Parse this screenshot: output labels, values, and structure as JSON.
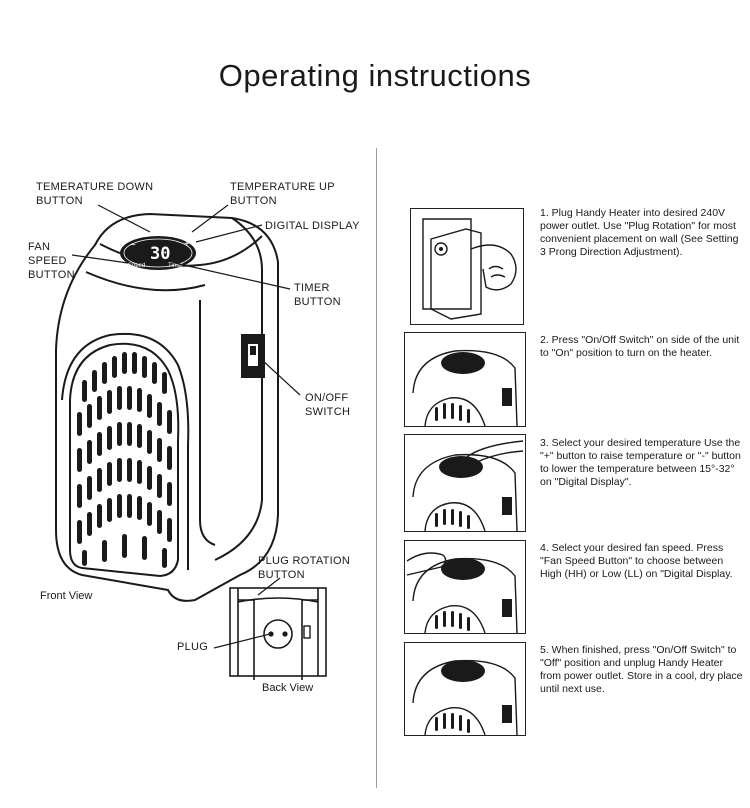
{
  "title": "Operating instructions",
  "callouts": {
    "temp_down": "TEMERATURE DOWN BUTTON",
    "temp_up": "TEMPERATURE UP BUTTON",
    "digital_display": "DIGITAL DISPLAY",
    "fan_speed": "FAN SPEED BUTTON",
    "timer": "TIMER BUTTON",
    "onoff": "ON/OFF SWITCH",
    "plug_rotation": "PLUG ROTATION BUTTON",
    "plug": "PLUG"
  },
  "captions": {
    "front": "Front View",
    "back": "Back View"
  },
  "display": {
    "digits": "30",
    "speed": "Speed",
    "timer": "Timer",
    "plus": "+",
    "minus": "−"
  },
  "steps": [
    "1. Plug Handy Heater into desired 240V power outlet. Use \"Plug Rotation\" for most convenient placement on wall (See Setting 3 Prong Direction Adjustment).",
    "2. Press \"On/Off Switch\" on side of the unit to \"On\" position to turn on the heater.",
    "3. Select your desired temperature Use the \"+\" button to raise temperature or \"-\" button to lower the temperature between 15°-32° on \"Digital Display\".",
    "4. Select your desired fan speed. Press \"Fan Speed Button\" to choose between High (HH) or Low (LL) on \"Digital Display.",
    "5. When finished, press \"On/Off Switch\" to \"Off\" position and unplug Handy Heater from power outlet. Store in a cool, dry place until next use."
  ]
}
